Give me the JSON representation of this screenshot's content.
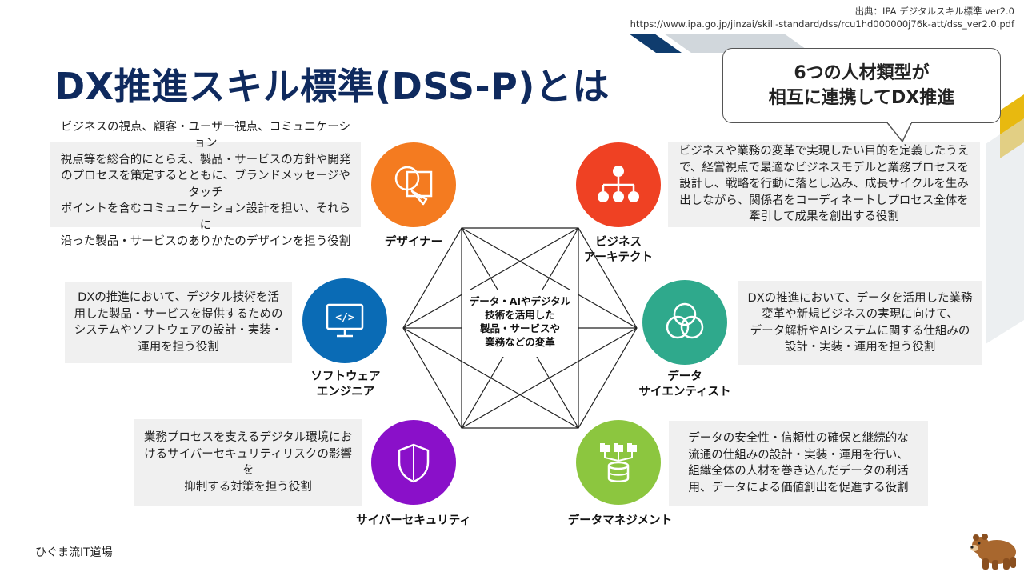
{
  "source": {
    "line1": "出典：IPA デジタルスキル標準 ver2.0",
    "line2": "https://www.ipa.go.jp/jinzai/skill-standard/dss/rcu1hd000000j76k-att/dss_ver2.0.pdf"
  },
  "title": "DX推進スキル標準(DSS-P)とは",
  "callout": {
    "line1": "6つの人材類型が",
    "line2": "相互に連携してDX推進"
  },
  "center_text": {
    "line1": "データ・AIやデジタル",
    "line2": "技術を活用した",
    "line3": "製品・サービスや",
    "line4": "業務などの変革"
  },
  "roles": {
    "designer": {
      "name": "デザイナー",
      "color": "#f47b20",
      "desc": [
        "ビジネスの視点、顧客・ユーザー視点、コミュニケーション",
        "視点等を総合的にとらえ、製品・サービスの方針や開発",
        "のプロセスを策定するとともに、ブランドメッセージやタッチ",
        "ポイントを含むコミュニケーション設計を担い、それらに",
        "沿った製品・サービスのありかたのデザインを担う役割"
      ]
    },
    "business_architect": {
      "name1": "ビジネス",
      "name2": "アーキテクト",
      "color": "#ef4123",
      "desc": [
        "ビジネスや業務の変革で実現したい目的を定義したうえ",
        "で、経営視点で最適なビジネスモデルと業務プロセスを",
        "設計し、戦略を行動に落とし込み、成長サイクルを生み",
        "出しながら、関係者をコーディネートしプロセス全体を",
        "牽引して成果を創出する役割"
      ]
    },
    "software_engineer": {
      "name1": "ソフトウェア",
      "name2": "エンジニア",
      "color": "#0a6bb5",
      "icon_text": "</>",
      "desc": [
        "DXの推進において、デジタル技術を活",
        "用した製品・サービスを提供するための",
        "システムやソフトウェアの設計・実装・",
        "運用を担う役割"
      ]
    },
    "data_scientist": {
      "name1": "データ",
      "name2": "サイエンティスト",
      "color": "#2fa98c",
      "desc": [
        "DXの推進において、データを活用した業務",
        "変革や新規ビジネスの実現に向けて、",
        "データ解析やAIシステムに関する仕組みの",
        "設計・実装・運用を担う役割"
      ]
    },
    "cyber_security": {
      "name": "サイバーセキュリティ",
      "color": "#8a10c9",
      "desc": [
        "業務プロセスを支えるデジタル環境にお",
        "けるサイバーセキュリティリスクの影響を",
        "抑制する対策を担う役割"
      ]
    },
    "data_management": {
      "name": "データマネジメント",
      "color": "#8cc63f",
      "desc": [
        "データの安全性・信頼性の確保と継続的な",
        "流通の仕組みの設計・実装・運用を行い、",
        "組織全体の人材を巻き込んだデータの利活",
        "用、データによる価値創出を促進する役割"
      ]
    }
  },
  "footer": "ひぐま流IT道場",
  "colors": {
    "title": "#0f2a5e",
    "accent_navy": "#0f3c6e",
    "accent_yellow": "#e8b90f"
  }
}
